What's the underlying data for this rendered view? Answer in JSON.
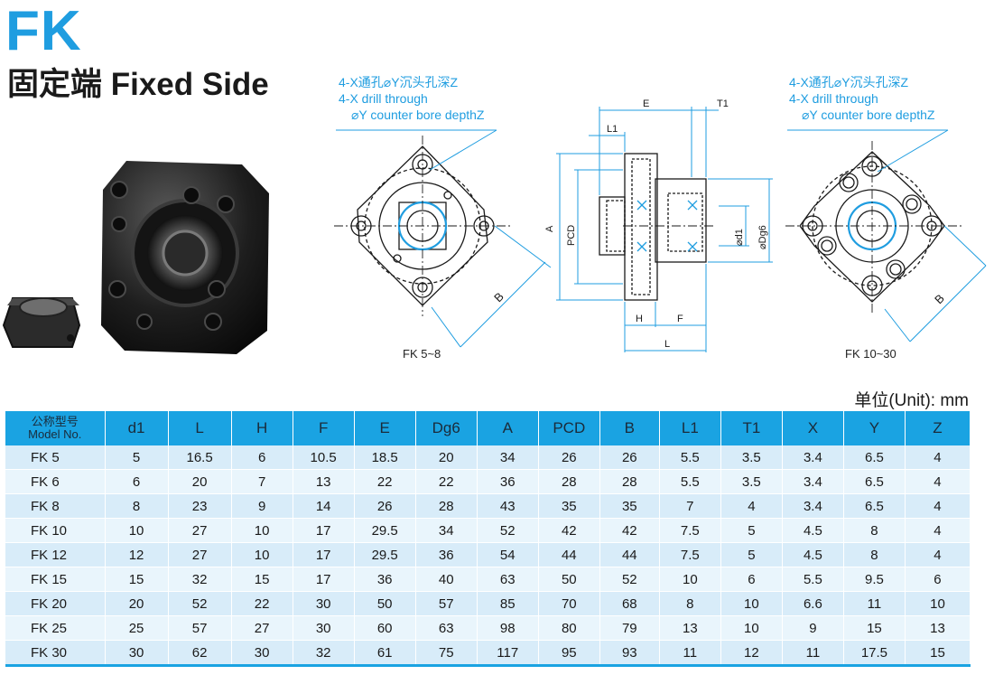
{
  "header": {
    "brand": "FK",
    "subtitle": "固定端 Fixed Side"
  },
  "notes": {
    "left": [
      "4-X通孔⌀Y沉头孔深Z",
      "4-X drill through",
      "⌀Y counter bore depthZ"
    ],
    "right": [
      "4-X通孔⌀Y沉头孔深Z",
      "4-X drill through",
      "⌀Y counter bore depthZ"
    ]
  },
  "figures": {
    "left_label": "FK 5~8",
    "right_label": "FK 10~30",
    "dims": {
      "E": "E",
      "T1": "T1",
      "L1": "L1",
      "A": "A",
      "PCD": "PCD",
      "d1": "⌀d1",
      "Dg6": "⌀Dg6",
      "H": "H",
      "F": "F",
      "L": "L",
      "B": "B"
    }
  },
  "unit": "单位(Unit): mm",
  "table": {
    "model_header": [
      "公称型号",
      "Model No."
    ],
    "headers": [
      "d1",
      "L",
      "H",
      "F",
      "E",
      "Dg6",
      "A",
      "PCD",
      "B",
      "L1",
      "T1",
      "X",
      "Y",
      "Z"
    ],
    "rows": [
      [
        "FK 5",
        "5",
        "16.5",
        "6",
        "10.5",
        "18.5",
        "20",
        "34",
        "26",
        "26",
        "5.5",
        "3.5",
        "3.4",
        "6.5",
        "4"
      ],
      [
        "FK 6",
        "6",
        "20",
        "7",
        "13",
        "22",
        "22",
        "36",
        "28",
        "28",
        "5.5",
        "3.5",
        "3.4",
        "6.5",
        "4"
      ],
      [
        "FK 8",
        "8",
        "23",
        "9",
        "14",
        "26",
        "28",
        "43",
        "35",
        "35",
        "7",
        "4",
        "3.4",
        "6.5",
        "4"
      ],
      [
        "FK 10",
        "10",
        "27",
        "10",
        "17",
        "29.5",
        "34",
        "52",
        "42",
        "42",
        "7.5",
        "5",
        "4.5",
        "8",
        "4"
      ],
      [
        "FK 12",
        "12",
        "27",
        "10",
        "17",
        "29.5",
        "36",
        "54",
        "44",
        "44",
        "7.5",
        "5",
        "4.5",
        "8",
        "4"
      ],
      [
        "FK 15",
        "15",
        "32",
        "15",
        "17",
        "36",
        "40",
        "63",
        "50",
        "52",
        "10",
        "6",
        "5.5",
        "9.5",
        "6"
      ],
      [
        "FK 20",
        "20",
        "52",
        "22",
        "30",
        "50",
        "57",
        "85",
        "70",
        "68",
        "8",
        "10",
        "6.6",
        "11",
        "10"
      ],
      [
        "FK 25",
        "25",
        "57",
        "27",
        "30",
        "60",
        "63",
        "98",
        "80",
        "79",
        "13",
        "10",
        "9",
        "15",
        "13"
      ],
      [
        "FK 30",
        "30",
        "62",
        "30",
        "32",
        "61",
        "75",
        "117",
        "95",
        "93",
        "11",
        "12",
        "11",
        "17.5",
        "15"
      ]
    ]
  },
  "colors": {
    "accent": "#1f9de0",
    "header_bg": "#1aa3e2",
    "row_a": "#d8ecf9",
    "row_b": "#e9f5fc"
  }
}
